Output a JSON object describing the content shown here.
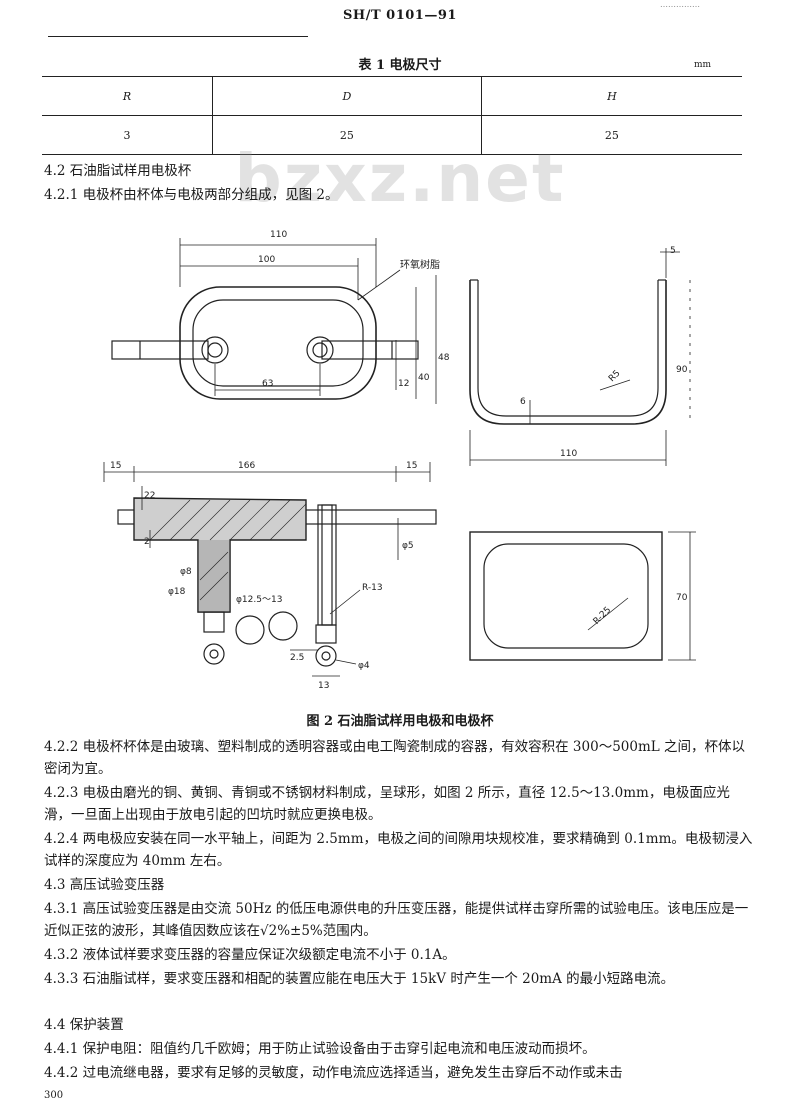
{
  "header": {
    "standard_code": "SH/T 0101—91",
    "corner_mark": "……………"
  },
  "watermark": "bzxz.net",
  "table1": {
    "caption": "表 1   电极尺寸",
    "unit": "mm",
    "headers": [
      "R",
      "D",
      "H"
    ],
    "values": [
      "3",
      "25",
      "25"
    ]
  },
  "sections": {
    "s4_2": "4.2   石油脂试样用电极杯",
    "s4_2_1": "4.2.1   电极杯由杯体与电极两部分组成，见图 2。",
    "s4_2_2": "4.2.2   电极杯杯体是由玻璃、塑料制成的透明容器或由电工陶瓷制成的容器，有效容积在 300～500mL 之间，杯体以密闭为宜。",
    "s4_2_3": "4.2.3   电极由磨光的铜、黄铜、青铜或不锈钢材料制成，呈球形，如图 2 所示，直径 12.5～13.0mm，电极面应光滑，一旦面上出现由于放电引起的凹坑时就应更换电极。",
    "s4_2_4": "4.2.4   两电极应安装在同一水平轴上，间距为 2.5mm，电极之间的间隙用块规校准，要求精确到 0.1mm。电极韧浸入试样的深度应为 40mm 左右。",
    "s4_3": "4.3   高压试验变压器",
    "s4_3_1": "4.3.1   高压试验变压器是由交流 50Hz 的低压电源供电的升压变压器，能提供试样击穿所需的试验电压。该电压应是一近似正弦的波形，其峰值因数应该在√2%±5%范围内。",
    "s4_3_2": "4.3.2   液体试样要求变压器的容量应保证次级额定电流不小于 0.1A。",
    "s4_3_3": "4.3.3   石油脂试样，要求变压器和相配的装置应能在电压大于 15kV 时产生一个 20mA 的最小短路电流。",
    "s4_4": "4.4   保护装置",
    "s4_4_1": "4.4.1   保护电阻：阻值约几千欧姆；用于防止试验设备由于击穿引起电流和电压波动而损坏。",
    "s4_4_2": "4.4.2   过电流继电器，要求有足够的灵敏度，动作电流应选择适当，避免发生击穿后不动作或未击"
  },
  "figure2": {
    "caption": "图 2   石油脂试样用电极和电极杯",
    "labels": {
      "top_total": "110",
      "top_inner": "100",
      "dim_63": "63",
      "dim_12": "12",
      "dim_40": "40",
      "dim_48": "48",
      "material": "环氧树脂",
      "dim_5": "5",
      "dim_6": "6",
      "r5": "R5",
      "height": "90",
      "side_width": "110",
      "left_15": "15",
      "mid_166": "166",
      "right_15": "15",
      "dim_22": "22",
      "dim_2": "2",
      "phi5": "φ5",
      "phi8": "φ8",
      "phi18": "φ18",
      "sphere": "φ12.5～13",
      "r13": "R-13",
      "gap": "2.5",
      "dim_13": "13",
      "phi4": "φ4",
      "r25": "R-25",
      "bottom_70": "70"
    }
  },
  "page_number": "300"
}
